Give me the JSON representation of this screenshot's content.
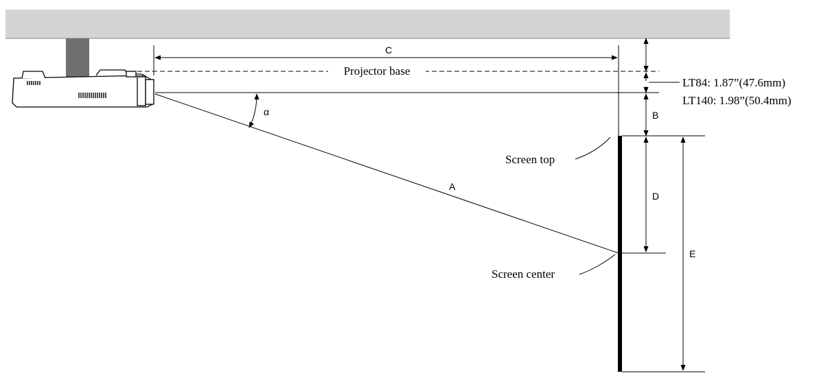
{
  "labels": {
    "projector_base": "Projector base",
    "lt84": "LT84: 1.87”(47.6mm)",
    "lt140": "LT140: 1.98”(50.4mm)",
    "screen_top": "Screen top",
    "screen_center": "Screen center"
  },
  "dimensions": {
    "a": "A",
    "b": "B",
    "c": "C",
    "d": "D",
    "e": "E",
    "alpha": "α"
  },
  "colors": {
    "ceiling": "#d3d3d3",
    "mount": "#707070",
    "lines": "#000000"
  }
}
